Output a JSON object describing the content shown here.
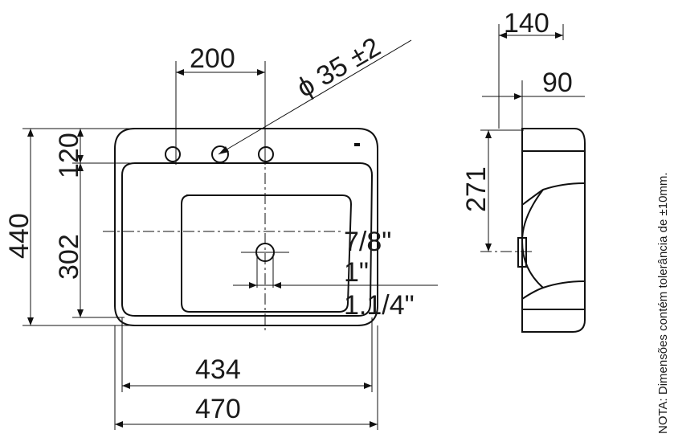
{
  "dimensions": {
    "top_hole_spacing": "200",
    "faucet_hole": "ϕ 35 ±2",
    "overall_depth": "440",
    "deck_depth": "120",
    "bowl_depth": "302",
    "bowl_width": "434",
    "overall_width": "470",
    "drain_7_8": "7/8\"",
    "drain_1": "1\"",
    "drain_1_1_4": "1.1/4\"",
    "side_total_depth": "140",
    "side_inner_depth": "90",
    "side_height": "271"
  },
  "note": "NOTA: Dimensões  contém tolerância de ±10mm."
}
